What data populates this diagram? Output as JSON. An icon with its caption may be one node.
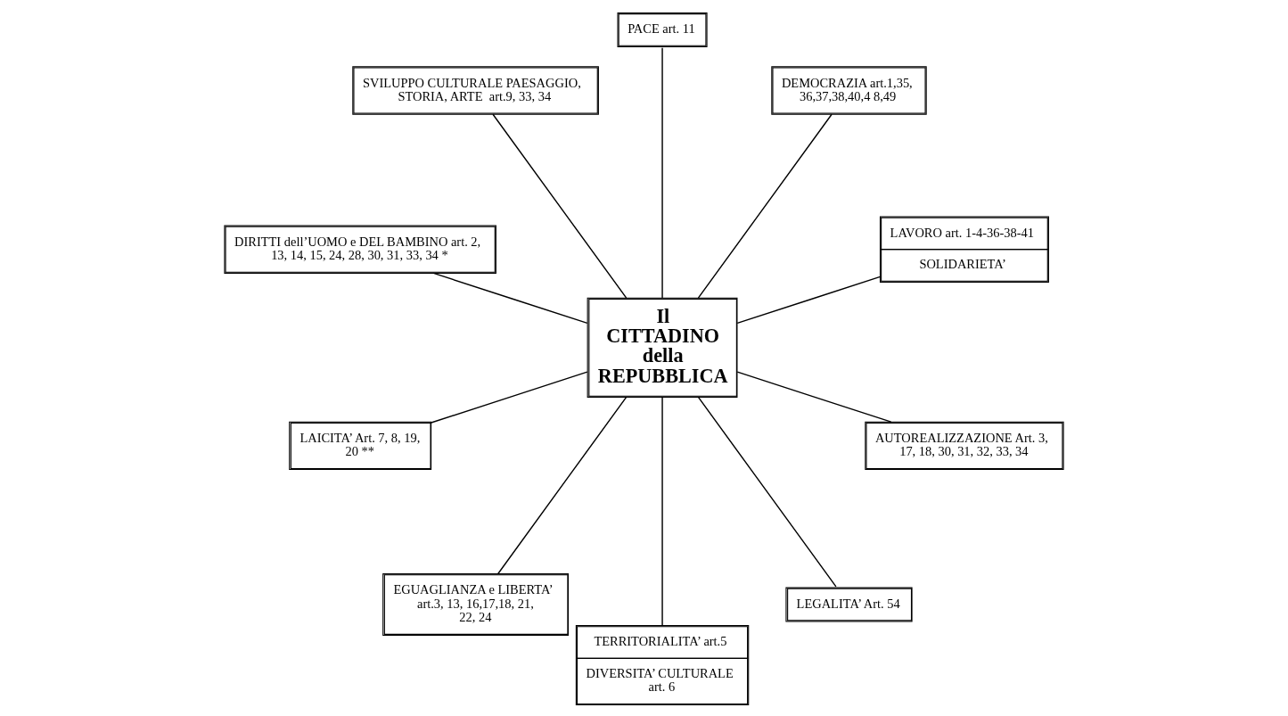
{
  "diagram": {
    "nodes": [
      {
        "text": [
          "LAVORO art. 1-4-36-38-41",
          "SOLIDARIETA’"
        ]
      },
      {
        "text": [
          "DEMOCRAZIA art.1,35,36,37,38,40,4 8,49"
        ]
      },
      {
        "text": [
          "PACE art. 11"
        ]
      },
      {
        "text": [
          "Il CITTADINO della REPUBBLICA"
        ]
      },
      {
        "text": [
          "SVILUPPO CULTURALE PAESAGGIO, STORIA, ARTE  art.9, 33, 34"
        ]
      },
      {
        "text": [
          "DIRITTI dell’UOMO e DEL BAMBINO art. 2, 13, 14, 15, 24, 28, 30, 31, 33, 34 *"
        ]
      },
      {
        "text": [
          "LAICITA’ Art. 7, 8, 19, 20 **"
        ]
      },
      {
        "text": [
          "EGUAGLIANZA e LIBERTA’ art.3, 13, 16,17,18, 21, 22, 24"
        ]
      },
      {
        "text": [
          "TERRITORIALITA’ art.5",
          "DIVERSITA’ CULTURALE art. 6"
        ]
      },
      {
        "text": [
          "LEGALITA’ Art. 54"
        ]
      },
      {
        "text": [
          "AUTOREALIZZAZIONE Art. 3, 17, 18, 30, 31, 32, 33, 34"
        ]
      }
    ],
    "edges": [
      {
        "from": 3,
        "to": 0,
        "arrow": "none"
      },
      {
        "from": 3,
        "to": 1,
        "arrow": "none"
      },
      {
        "from": 3,
        "to": 2,
        "arrow": "none"
      },
      {
        "from": 3,
        "to": 4,
        "arrow": "none"
      },
      {
        "from": 3,
        "to": 5,
        "arrow": "none"
      },
      {
        "from": 3,
        "to": 6,
        "arrow": "none"
      },
      {
        "from": 3,
        "to": 7,
        "arrow": "none"
      },
      {
        "from": 3,
        "to": 8,
        "arrow": "none"
      },
      {
        "from": 3,
        "to": 9,
        "arrow": "none"
      },
      {
        "from": 3,
        "to": 10,
        "arrow": "none"
      }
    ]
  }
}
